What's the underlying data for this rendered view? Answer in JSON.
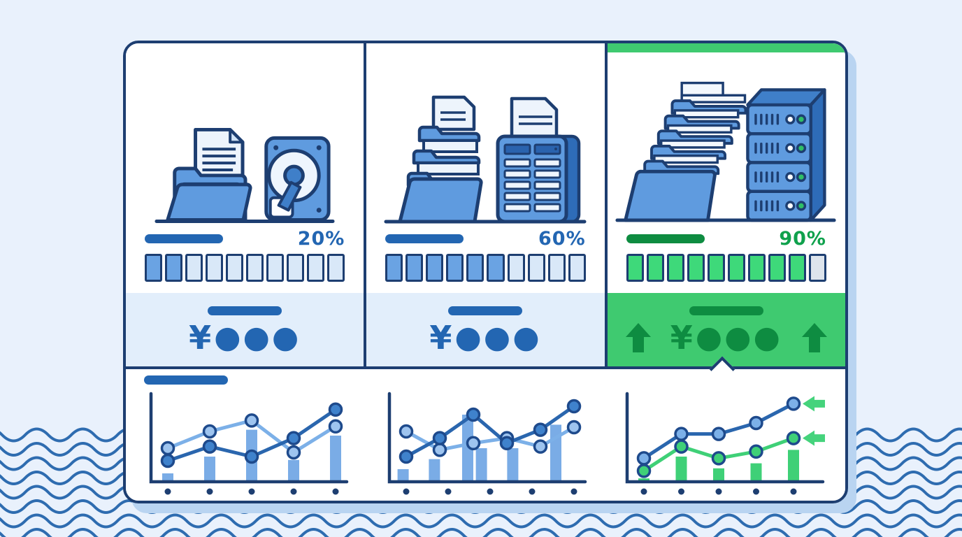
{
  "colors": {
    "background": "#e9f1fc",
    "outline": "#1d3e71",
    "blue_accent": "#2366b2",
    "blue_mid": "#5f9bdf",
    "blue_light": "#d9e8f8",
    "footer_blue": "#e2eefb",
    "green_bg": "#3fca70",
    "green_dark": "#0e8c41",
    "green_segment": "#3ed97a",
    "green_text": "#0fa14c",
    "wave": "#2e6cb0",
    "shadow": "#b9d4f1",
    "chart_bar_blue": "#7aace6",
    "chart_bar_green": "#3fd077"
  },
  "plans": [
    {
      "name": "plan-small",
      "icons": [
        "document-folder-icon",
        "hard-drive-icon"
      ],
      "percent": "20%",
      "segments_total": 10,
      "segments_filled": 2,
      "scheme": "blue",
      "price_symbol": "¥",
      "price_dots": "●●●",
      "highlighted": false
    },
    {
      "name": "plan-medium",
      "icons": [
        "folder-stack-icon",
        "server-cabinet-icon"
      ],
      "percent": "60%",
      "segments_total": 10,
      "segments_filled": 6,
      "scheme": "blue",
      "price_symbol": "¥",
      "price_dots": "●●●",
      "highlighted": false
    },
    {
      "name": "plan-large",
      "icons": [
        "folder-pile-icon",
        "server-rack-icon"
      ],
      "percent": "90%",
      "segments_total": 10,
      "segments_filled": 9,
      "scheme": "green",
      "price_symbol": "¥",
      "price_dots": "●●●",
      "highlighted": true
    }
  ],
  "chart_data": [
    {
      "type": "bar+line combo",
      "title": "",
      "x_tick_dots": 5,
      "ylim": [
        0,
        100
      ],
      "bars": [
        10,
        30,
        62,
        26,
        55
      ],
      "bar_color": "#7aace6",
      "series": [
        {
          "name": "light-blue-line",
          "color": "#7cb0e8",
          "marker": "#9ec4ef",
          "values": [
            40,
            60,
            73,
            35,
            66
          ]
        },
        {
          "name": "dark-blue-line",
          "color": "#2a66ae",
          "marker": "#3f82cc",
          "values": [
            25,
            42,
            30,
            52,
            86
          ]
        }
      ],
      "trend_arrows": false
    },
    {
      "type": "bar+line combo",
      "title": "",
      "x_tick_dots": 5,
      "ylim": [
        0,
        100
      ],
      "bars": [
        15,
        27,
        80,
        40,
        40,
        68
      ],
      "bar_x": [
        0.07,
        0.23,
        0.4,
        0.47,
        0.63,
        0.85
      ],
      "bar_color": "#7aace6",
      "series": [
        {
          "name": "light-blue-line",
          "color": "#7cb0e8",
          "marker": "#9ec4ef",
          "values": [
            60,
            38,
            46,
            52,
            42,
            65
          ]
        },
        {
          "name": "dark-blue-line",
          "color": "#2a66ae",
          "marker": "#3f82cc",
          "values": [
            30,
            52,
            80,
            46,
            62,
            90
          ]
        }
      ],
      "trend_arrows": false
    },
    {
      "type": "bar+line combo",
      "title": "",
      "x_tick_dots": 5,
      "ylim": [
        0,
        100
      ],
      "bars": [
        4,
        30,
        16,
        22,
        38
      ],
      "bar_color": "#3fd077",
      "series": [
        {
          "name": "green-line",
          "color": "#3fd077",
          "marker": "#3fd077",
          "values": [
            13,
            42,
            28,
            36,
            52
          ]
        },
        {
          "name": "dark-blue-line",
          "color": "#2a66ae",
          "marker": "#7cb0e8",
          "values": [
            28,
            57,
            57,
            70,
            93
          ]
        }
      ],
      "trend_arrows": true,
      "arrow_color": "#45d37c"
    }
  ]
}
